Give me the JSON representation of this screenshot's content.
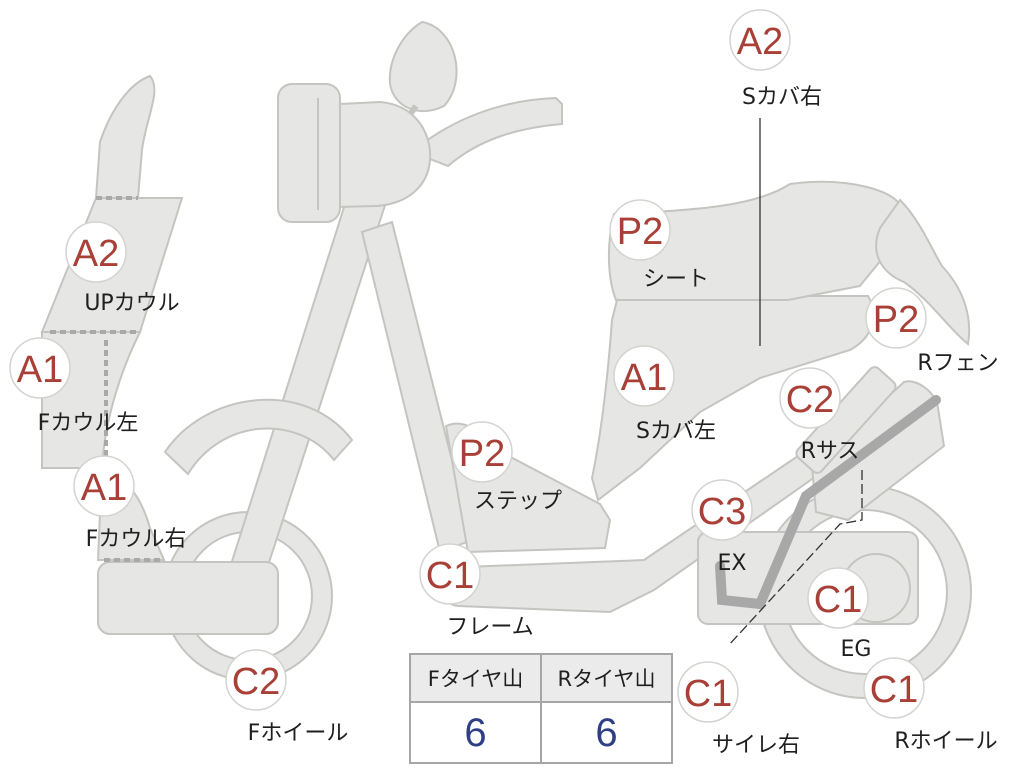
{
  "markers": [
    {
      "id": "a2-top",
      "code": "A2",
      "label": "Sカバ右"
    },
    {
      "id": "p2-seat",
      "code": "P2",
      "label": "シート"
    },
    {
      "id": "a2-upcowl",
      "code": "A2",
      "label": "UPカウル"
    },
    {
      "id": "a1-fcowl-left",
      "code": "A1",
      "label": "Fカウル左"
    },
    {
      "id": "a1-fcowl-right",
      "code": "A1",
      "label": "Fカウル右"
    },
    {
      "id": "a1-scover-left",
      "code": "A1",
      "label": "Sカバ左"
    },
    {
      "id": "p2-step",
      "code": "P2",
      "label": "ステップ"
    },
    {
      "id": "p2-rfender",
      "code": "P2",
      "label": "Rフェン"
    },
    {
      "id": "c2-rsus",
      "code": "C2",
      "label": "Rサス"
    },
    {
      "id": "c3-ex",
      "code": "C3",
      "label": "EX"
    },
    {
      "id": "c1-frame",
      "code": "C1",
      "label": "フレーム"
    },
    {
      "id": "c1-eg",
      "code": "C1",
      "label": "EG"
    },
    {
      "id": "c2-fwheel",
      "code": "C2",
      "label": "Fホイール"
    },
    {
      "id": "c1-silencer-right",
      "code": "C1",
      "label": "サイレ右"
    },
    {
      "id": "c1-rwheel",
      "code": "C1",
      "label": "Rホイール"
    }
  ],
  "tire_table": {
    "headers": [
      "Fタイヤ山",
      "Rタイヤ山"
    ],
    "values": [
      "6",
      "6"
    ]
  },
  "colors": {
    "body_fill": "#e6e6e4",
    "code_red": "#a84038",
    "value_blue": "#2f3f86"
  }
}
